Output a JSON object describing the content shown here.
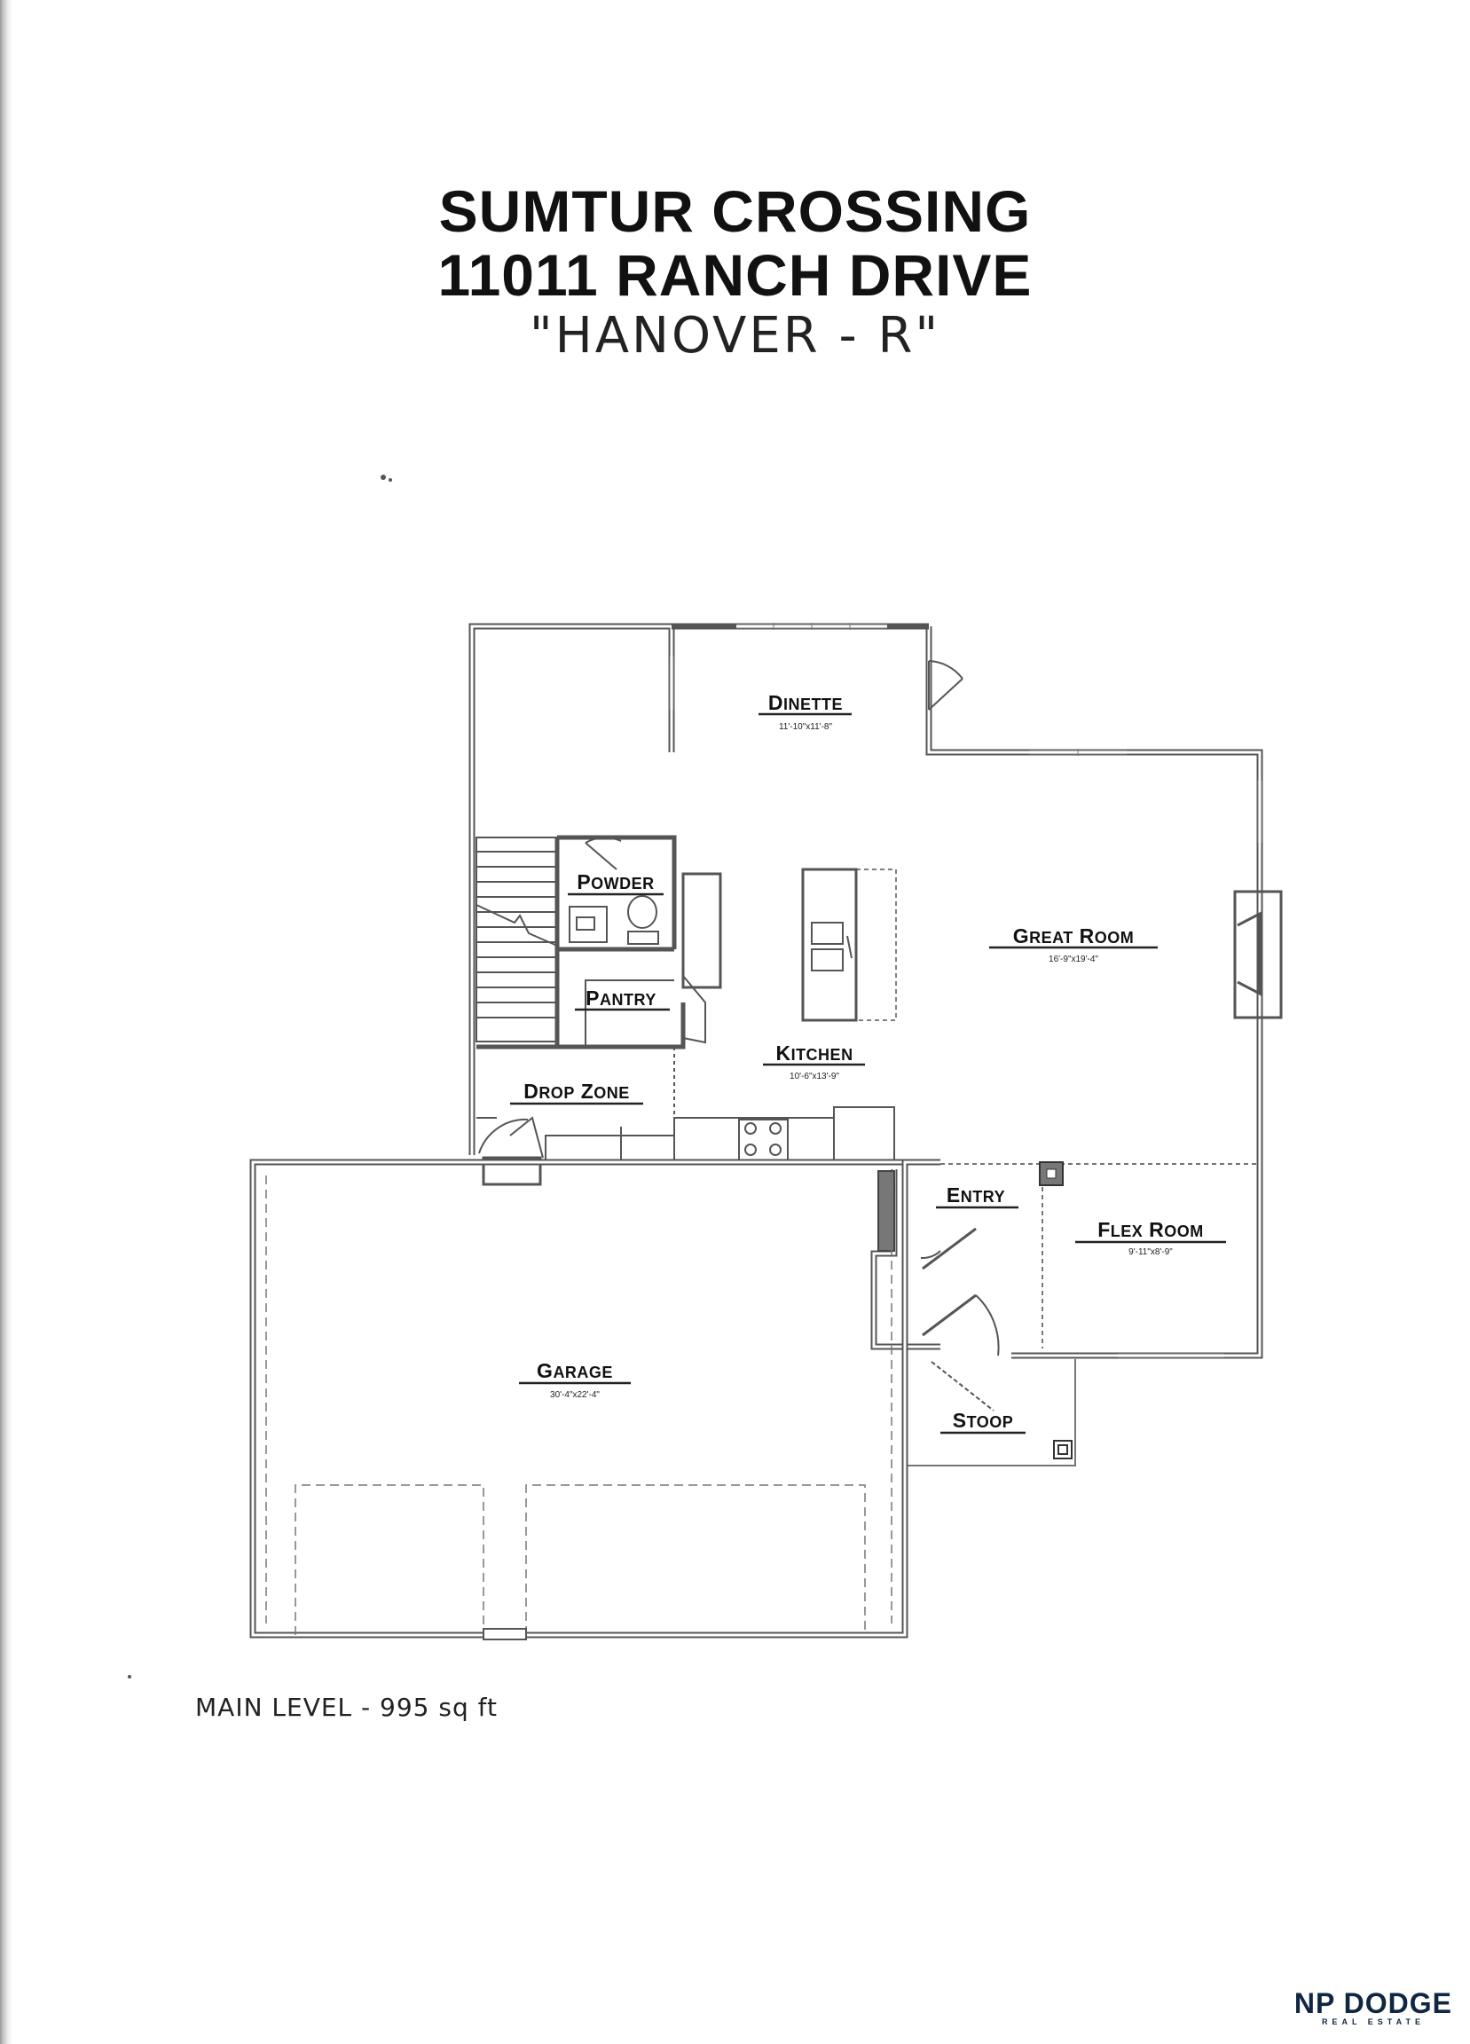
{
  "header": {
    "subdivision": "SUMTUR CROSSING",
    "address": "11011 RANCH DRIVE",
    "model": "\"HANOVER - R\""
  },
  "rooms": {
    "dinette": {
      "name": "Dinette",
      "dims": "11'-10\"x11'-8\""
    },
    "great_room": {
      "name": "Great Room",
      "dims": "16'-9\"x19'-4\""
    },
    "powder": {
      "name": "Powder"
    },
    "pantry": {
      "name": "Pantry"
    },
    "kitchen": {
      "name": "Kitchen",
      "dims": "10'-6\"x13'-9\""
    },
    "drop_zone": {
      "name": "Drop Zone"
    },
    "entry": {
      "name": "Entry"
    },
    "flex_room": {
      "name": "Flex Room",
      "dims": "9'-11\"x8'-9\""
    },
    "garage": {
      "name": "Garage",
      "dims": "30'-4\"x22'-4\""
    },
    "stoop": {
      "name": "Stoop"
    }
  },
  "level": "MAIN LEVEL - 995 sq ft",
  "logo": {
    "brand": "NP DODGE",
    "tagline": "REAL ESTATE"
  }
}
